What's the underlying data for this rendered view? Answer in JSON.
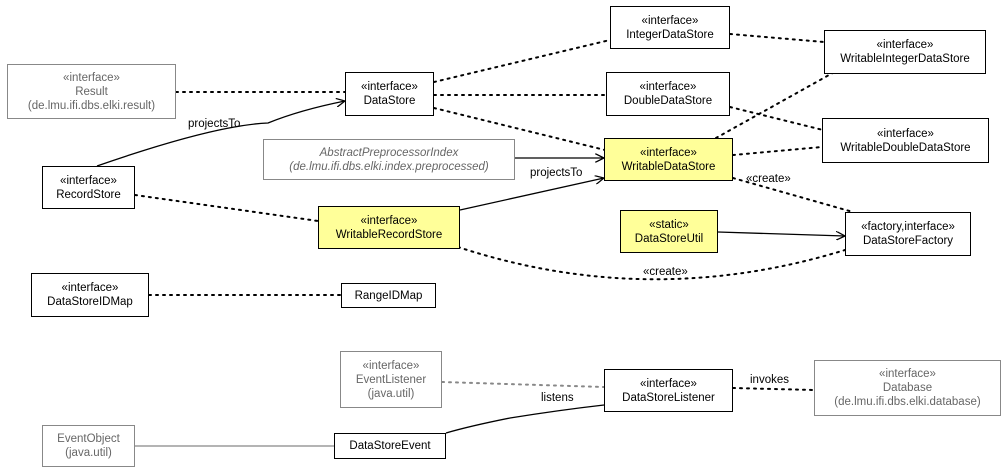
{
  "nodes": {
    "result": {
      "stereotype": "«interface»",
      "name": "Result",
      "pkg": "(de.lmu.ifi.dbs.elki.result)"
    },
    "recordstore": {
      "stereotype": "«interface»",
      "name": "RecordStore"
    },
    "datastoreidmap": {
      "stereotype": "«interface»",
      "name": "DataStoreIDMap"
    },
    "datastore": {
      "stereotype": "«interface»",
      "name": "DataStore"
    },
    "abstractpre": {
      "name": "AbstractPreprocessorIndex",
      "pkg": "(de.lmu.ifi.dbs.elki.index.preprocessed)"
    },
    "writablerecordstore": {
      "stereotype": "«interface»",
      "name": "WritableRecordStore"
    },
    "rangeidmap": {
      "name": "RangeIDMap"
    },
    "integerdatastore": {
      "stereotype": "«interface»",
      "name": "IntegerDataStore"
    },
    "doubledatastore": {
      "stereotype": "«interface»",
      "name": "DoubleDataStore"
    },
    "writabledatastore": {
      "stereotype": "«interface»",
      "name": "WritableDataStore"
    },
    "datastoreutil": {
      "stereotype": "«static»",
      "name": "DataStoreUtil"
    },
    "writableintegerdatastore": {
      "stereotype": "«interface»",
      "name": "WritableIntegerDataStore"
    },
    "writabledoubledatastore": {
      "stereotype": "«interface»",
      "name": "WritableDoubleDataStore"
    },
    "datastorefactory": {
      "stereotype": "«factory,interface»",
      "name": "DataStoreFactory"
    },
    "eventlistener": {
      "stereotype": "«interface»",
      "name": "EventListener",
      "pkg": "(java.util)"
    },
    "eventobject": {
      "name": "EventObject",
      "pkg": "(java.util)"
    },
    "datastorelistener": {
      "stereotype": "«interface»",
      "name": "DataStoreListener"
    },
    "datastoreevent": {
      "name": "DataStoreEvent"
    },
    "database": {
      "stereotype": "«interface»",
      "name": "Database",
      "pkg": "(de.lmu.ifi.dbs.elki.database)"
    }
  },
  "labels": {
    "projectsto_1": "projectsTo",
    "projectsto_2": "projectsTo",
    "create_1": "«create»",
    "create_2": "«create»",
    "invokes": "invokes",
    "listens": "listens"
  }
}
